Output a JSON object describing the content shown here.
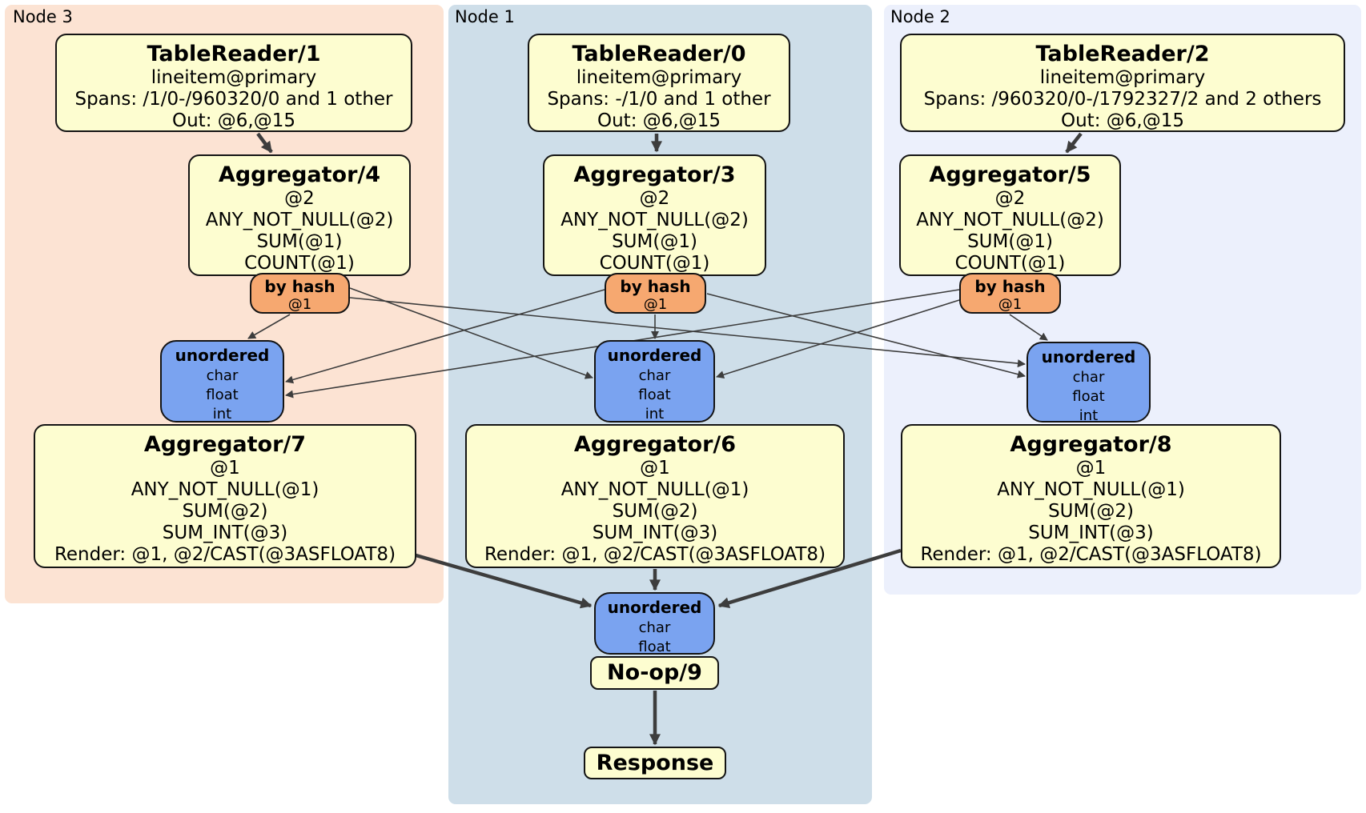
{
  "regions": [
    {
      "label": "Node 3"
    },
    {
      "label": "Node 1"
    },
    {
      "label": "Node 2"
    }
  ],
  "boxes": {
    "tr1": {
      "title": "TableReader/1",
      "lines": [
        "lineitem@primary",
        "Spans: /1/0-/960320/0 and 1 other",
        "Out: @6,@15"
      ]
    },
    "tr0": {
      "title": "TableReader/0",
      "lines": [
        "lineitem@primary",
        "Spans: -/1/0 and 1 other",
        "Out: @6,@15"
      ]
    },
    "tr2": {
      "title": "TableReader/2",
      "lines": [
        "lineitem@primary",
        "Spans: /960320/0-/1792327/2 and 2 others",
        "Out: @6,@15"
      ]
    },
    "agg4": {
      "title": "Aggregator/4",
      "lines": [
        "@2",
        "ANY_NOT_NULL(@2)",
        "SUM(@1)",
        "COUNT(@1)"
      ]
    },
    "agg3": {
      "title": "Aggregator/3",
      "lines": [
        "@2",
        "ANY_NOT_NULL(@2)",
        "SUM(@1)",
        "COUNT(@1)"
      ]
    },
    "agg5": {
      "title": "Aggregator/5",
      "lines": [
        "@2",
        "ANY_NOT_NULL(@2)",
        "SUM(@1)",
        "COUNT(@1)"
      ]
    },
    "router4": {
      "title": "by hash",
      "lines": [
        "@1"
      ]
    },
    "router3": {
      "title": "by hash",
      "lines": [
        "@1"
      ]
    },
    "router5": {
      "title": "by hash",
      "lines": [
        "@1"
      ]
    },
    "sync7": {
      "title": "unordered",
      "lines": [
        "char",
        "float",
        "int"
      ]
    },
    "sync6": {
      "title": "unordered",
      "lines": [
        "char",
        "float",
        "int"
      ]
    },
    "sync8": {
      "title": "unordered",
      "lines": [
        "char",
        "float",
        "int"
      ]
    },
    "agg7": {
      "title": "Aggregator/7",
      "lines": [
        "@1",
        "ANY_NOT_NULL(@1)",
        "SUM(@2)",
        "SUM_INT(@3)",
        "Render: @1, @2/CAST(@3ASFLOAT8)"
      ]
    },
    "agg6": {
      "title": "Aggregator/6",
      "lines": [
        "@1",
        "ANY_NOT_NULL(@1)",
        "SUM(@2)",
        "SUM_INT(@3)",
        "Render: @1, @2/CAST(@3ASFLOAT8)"
      ]
    },
    "agg8": {
      "title": "Aggregator/8",
      "lines": [
        "@1",
        "ANY_NOT_NULL(@1)",
        "SUM(@2)",
        "SUM_INT(@3)",
        "Render: @1, @2/CAST(@3ASFLOAT8)"
      ]
    },
    "syncFinal": {
      "title": "unordered",
      "lines": [
        "char",
        "float"
      ]
    },
    "noop": {
      "title": "No-op/9"
    },
    "response": {
      "title": "Response"
    }
  },
  "colors": {
    "node3_bg": "#fce3d3",
    "node1_bg": "#cedee9",
    "node2_bg": "#ecf0fc",
    "processor_bg": "#fdfdd0",
    "router_bg": "#f6a870",
    "sync_bg": "#7aa3f0",
    "edge": "#3d3d3d",
    "border": "#141414"
  }
}
